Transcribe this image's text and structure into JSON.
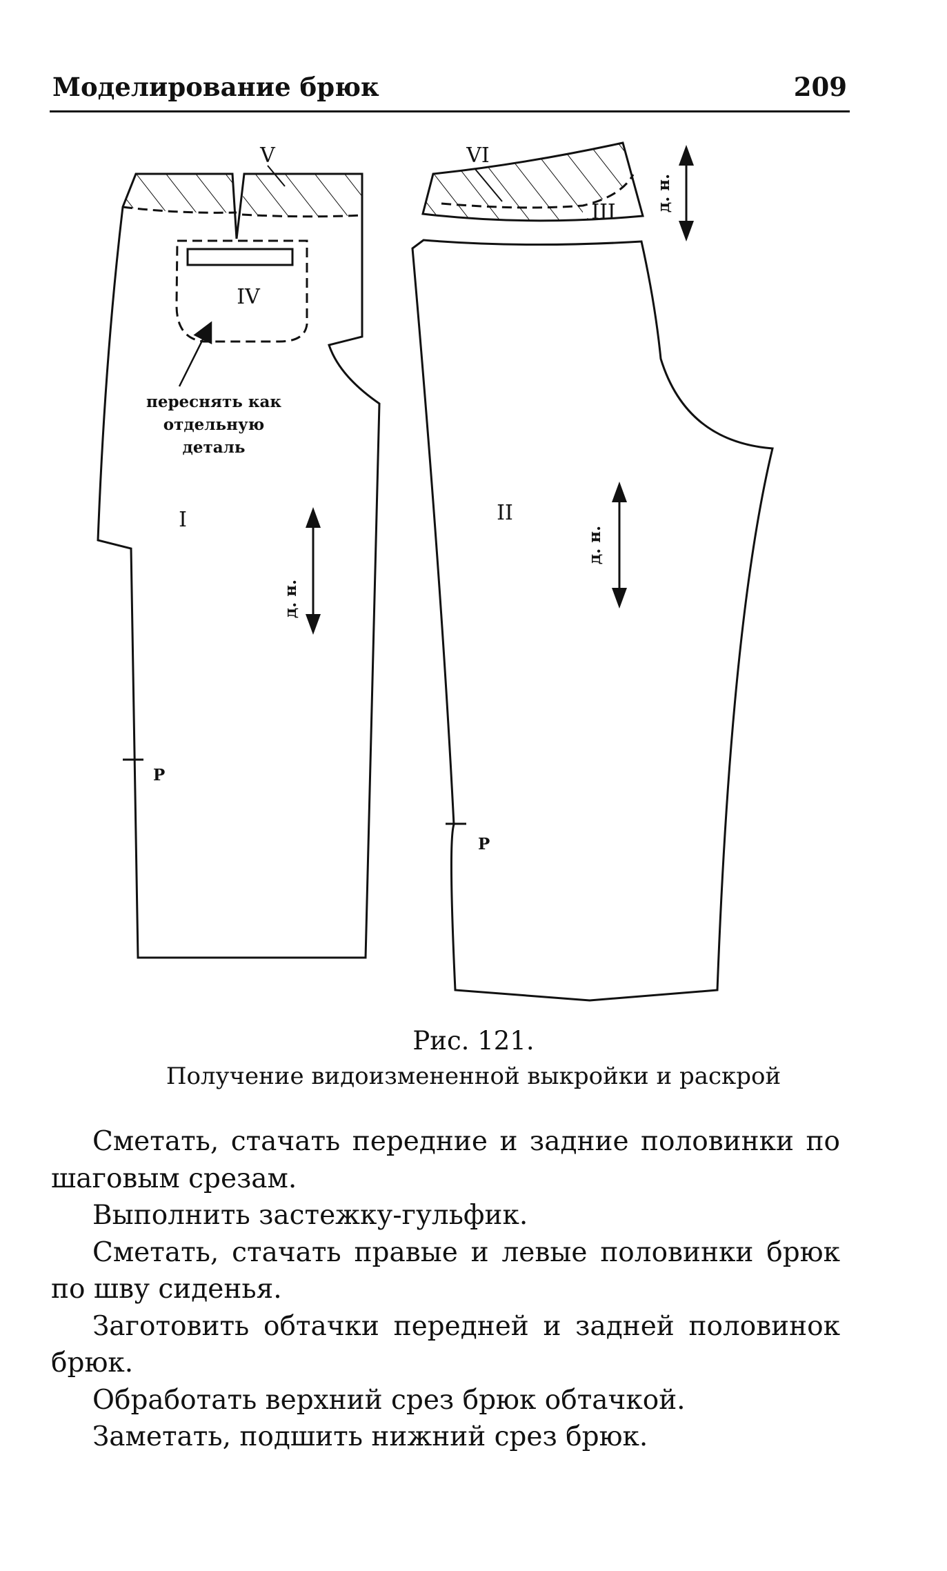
{
  "header": {
    "title": "Моделирование брюк",
    "page_number": "209"
  },
  "figure": {
    "labels": {
      "front_piece": "I",
      "back_piece": "II",
      "back_yoke_part": "III",
      "pocket": "IV",
      "front_yoke": "V",
      "back_yoke": "VI"
    },
    "grain_label": "д. н.",
    "notch_label": "Р",
    "note": [
      "переснять как",
      "отдельную",
      "деталь"
    ],
    "caption_number": "Рис. 121.",
    "caption_title": "Получение видоизмененной выкройки и раскрой"
  },
  "body": {
    "paragraphs": [
      "Сметать, стачать передние и задние половинки по шаговым срезам.",
      "Выполнить застежку-гульфик.",
      "Сметать, стачать правые и левые половинки брюк по шву сиденья.",
      "Заготовить обтачки передней и задней половинок брюк.",
      "Обработать верхний срез брюк обтачкой.",
      "Заметать, подшить нижний срез брюк."
    ]
  }
}
